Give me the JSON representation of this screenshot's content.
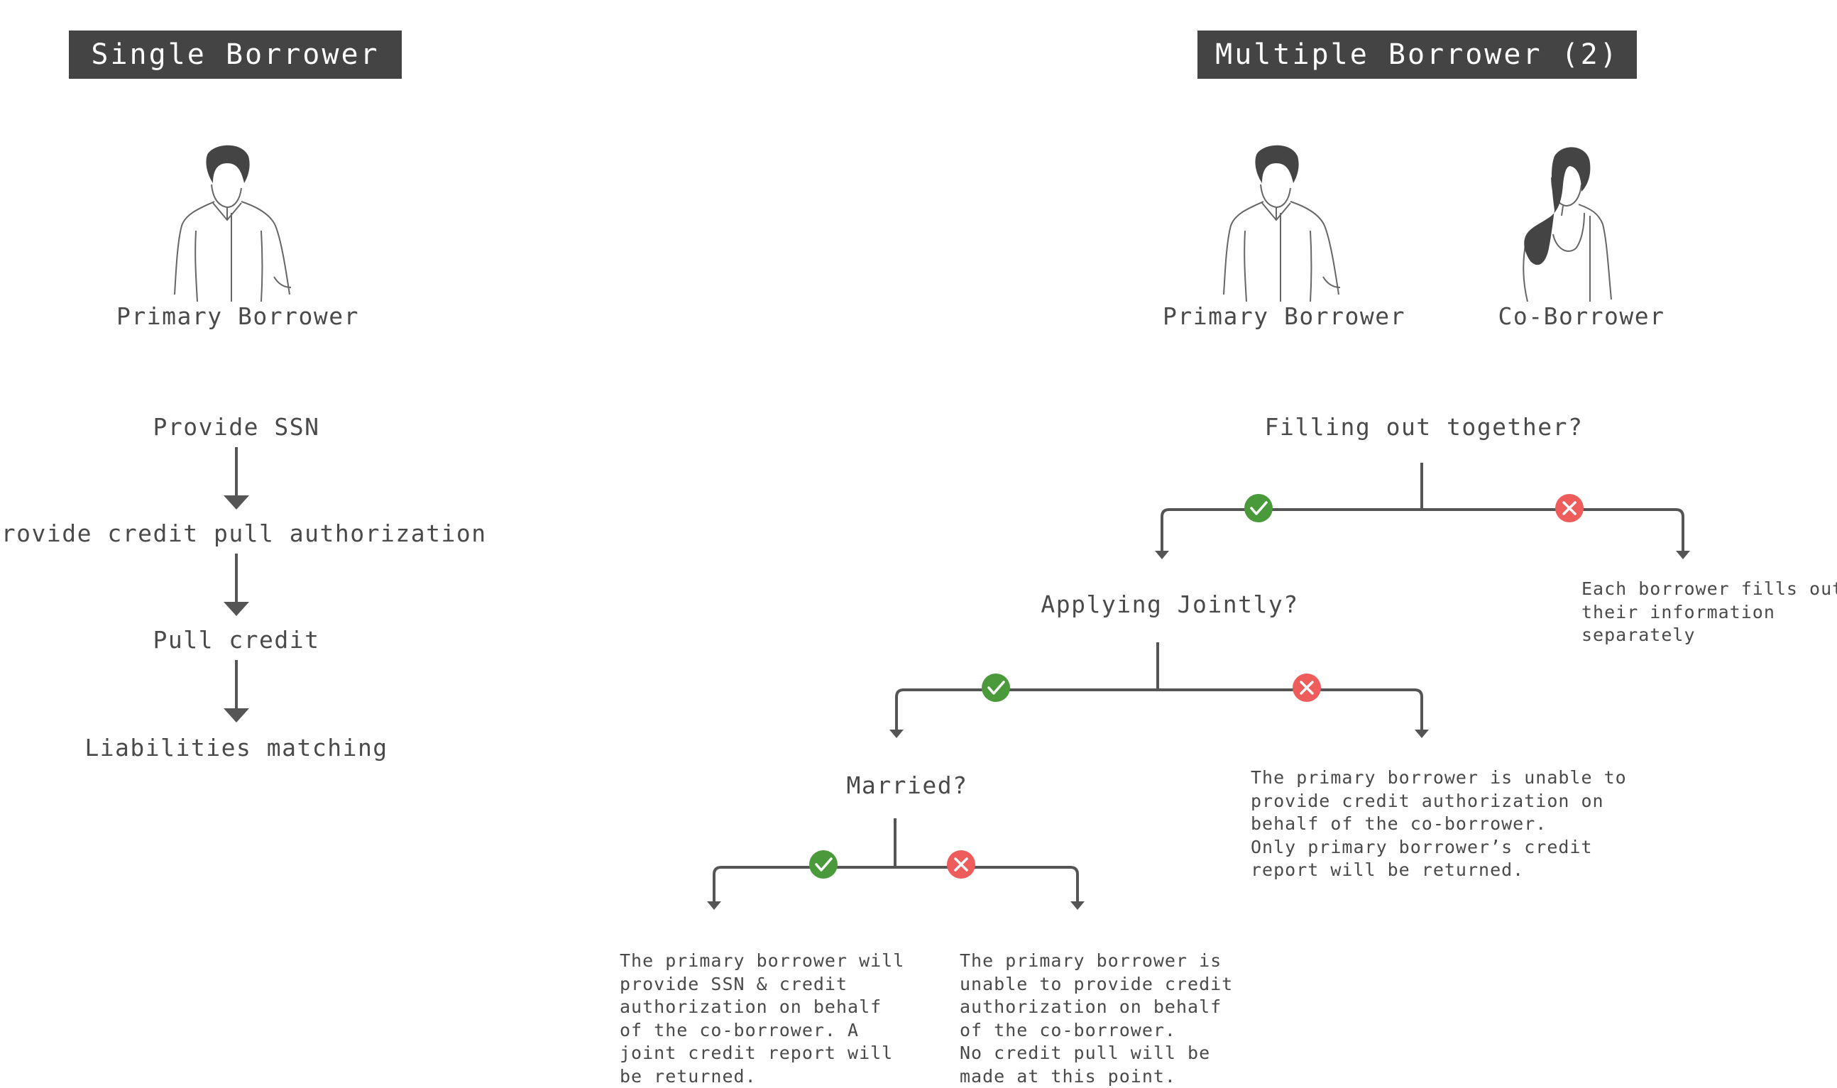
{
  "single": {
    "header": "Single Borrower",
    "person_label": "Primary Borrower",
    "steps": [
      "Provide SSN",
      "Provide credit pull authorization",
      "Pull credit",
      "Liabilities matching"
    ]
  },
  "multiple": {
    "header": "Multiple Borrower (2)",
    "primary_label": "Primary Borrower",
    "co_label": "Co-Borrower",
    "q1": "Filling out together?",
    "q1_no_text": [
      "Each borrower fills out",
      "their information",
      "separately"
    ],
    "q2": "Applying Jointly?",
    "q2_no_text": [
      "The primary borrower is unable to",
      "provide credit authorization on",
      "behalf of the co-borrower.",
      "Only primary borrower’s credit",
      "report will be returned."
    ],
    "q3": "Married?",
    "q3_yes_text": [
      "The primary borrower will",
      "provide SSN & credit",
      "authorization on behalf",
      "of the co-borrower. A",
      "joint credit report will",
      "be returned."
    ],
    "q3_no_text": [
      "The primary borrower is",
      "unable to provide credit",
      "authorization on behalf",
      "of the co-borrower.",
      "No credit pull will be",
      "made at this point."
    ]
  },
  "icons": {
    "yes": "check-icon",
    "no": "x-icon",
    "male": "male-person-icon",
    "female": "female-person-icon"
  },
  "colors": {
    "header_bg": "#444444",
    "line": "#555555",
    "yes": "#4a9a3c",
    "no": "#ee5c5c"
  }
}
